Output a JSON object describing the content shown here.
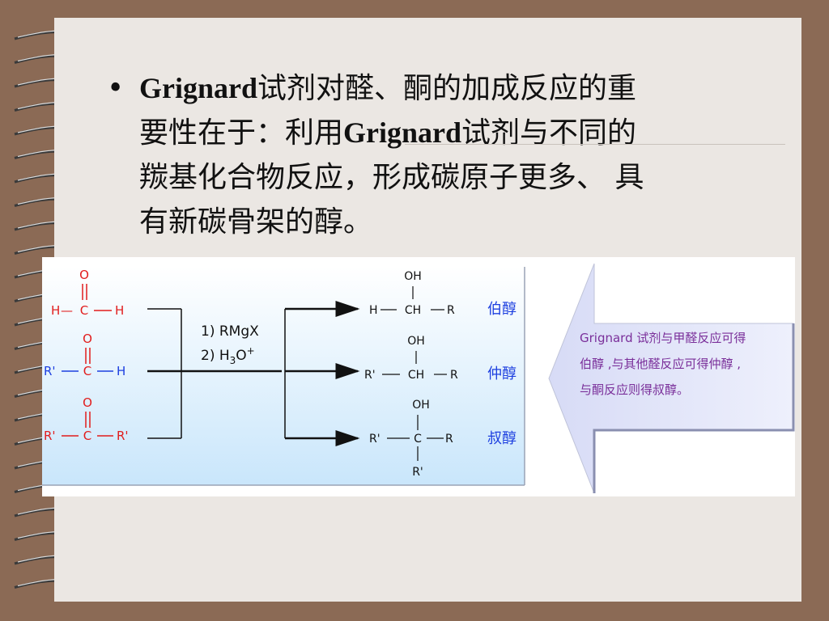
{
  "slide": {
    "bullet": "•",
    "text_lines": [
      {
        "latin": "Grignard",
        "rest": "试剂对醛、酮的加成反应的重"
      },
      {
        "pre": "要性在于：利用",
        "latin": "Grignard",
        "rest": "试剂与不同的"
      },
      {
        "pre": "羰基化合物反应，形成碳原子更多、 具"
      },
      {
        "pre": "有新碳骨架的醇。"
      }
    ]
  },
  "diagram": {
    "reactants": [
      {
        "top": "O",
        "left": "H",
        "dash": "—",
        "center": "C",
        "right": "H"
      },
      {
        "top": "O",
        "left": "R'",
        "dash": "—",
        "center": "C",
        "right": "H"
      },
      {
        "top": "O",
        "left": "R'",
        "dash": "—",
        "center": "C",
        "right": "R'"
      }
    ],
    "reagent_step1": "1) RMgX",
    "reagent_step2_prefix": "2) H",
    "reagent_step2_sub": "3",
    "reagent_step2_mid": "O",
    "reagent_step2_sup": "+",
    "products": [
      {
        "top": "OH",
        "left": "H",
        "center": "CH",
        "right": "R",
        "label": "伯醇"
      },
      {
        "top": "OH",
        "left": "R'",
        "center": "CH",
        "right": "R",
        "label": "仲醇"
      },
      {
        "top": "OH",
        "left": "R'",
        "center": "C",
        "right": "R",
        "bottom": "R'",
        "label": "叔醇"
      }
    ],
    "callout_lines": [
      "Grignard 试剂与甲醛反应可得",
      "伯醇 ,与其他醛反应可得仲醇 ,",
      "与酮反应则得叔醇。"
    ],
    "colors": {
      "red": "#e11d1d",
      "blue": "#1d3fe0",
      "purple": "#7a2f9a",
      "panel_top": "#ffffff",
      "panel_bottom": "#c9e6fb"
    }
  }
}
